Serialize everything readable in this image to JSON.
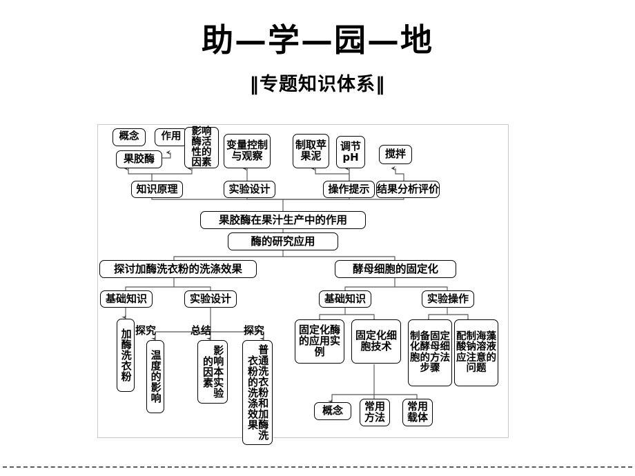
{
  "header": {
    "main_title": "助—学—园—地",
    "sub_title": "‖专题知识体系‖"
  },
  "diagram": {
    "nodes": {
      "gainian_top": "概念",
      "zuoyong": "作用",
      "yingxiangmei": "影响酶活性的因素",
      "bianliang": "变量控制与观察",
      "zhiqu": "制取苹果泥",
      "tiaojie_ph": "调节\npH",
      "jiaoban": "搅拌",
      "guojiaomei": "果胶酶",
      "zhishiyuanli": "知识原理",
      "shiyansheji_top": "实验设计",
      "caozuotishi": "操作提示",
      "jieguofenxi": "结果分析评价",
      "guojiaomei_guozhi": "果胶酶在果汁生产中的作用",
      "meideyanjiu": "酶的研究应用",
      "tantao": "探讨加酶洗衣粉的洗涤效果",
      "jiaomu": "酵母细胞的固定化",
      "jichuzhishi_left": "基础知识",
      "shiyansheji_left": "实验设计",
      "jichuzhishi_right": "基础知识",
      "shiyancaozuo": "实验操作",
      "jiameixiyifen": "加酶洗衣粉",
      "wendu": "温度的影响",
      "yingxiangyinsu": "影响本实验的因素",
      "xidixiaoguo": "普通洗衣粉和加酶洗衣粉的洗涤效果",
      "gudinghuamei": "固定化酶的应用实例",
      "gudinghuaxibao": "固定化细胞技术",
      "zhibei": "制备固定化酵母细胞的方法步骤",
      "peizhi": "配制海藻酸钠溶液应注意的问题",
      "gainian_bottom": "概念",
      "changyongfangfa": "常用方法",
      "changyongzaiti": "常用载体"
    },
    "edge_labels": {
      "tanjiu_1": "探究",
      "zongjie": "总结",
      "tanjiu_2": "探究"
    }
  },
  "colors": {
    "frame_border": "#c9c9c9",
    "node_border": "#000000",
    "connector": "#555555",
    "dashed_rule": "#5a5a5a",
    "background": "#ffffff"
  }
}
